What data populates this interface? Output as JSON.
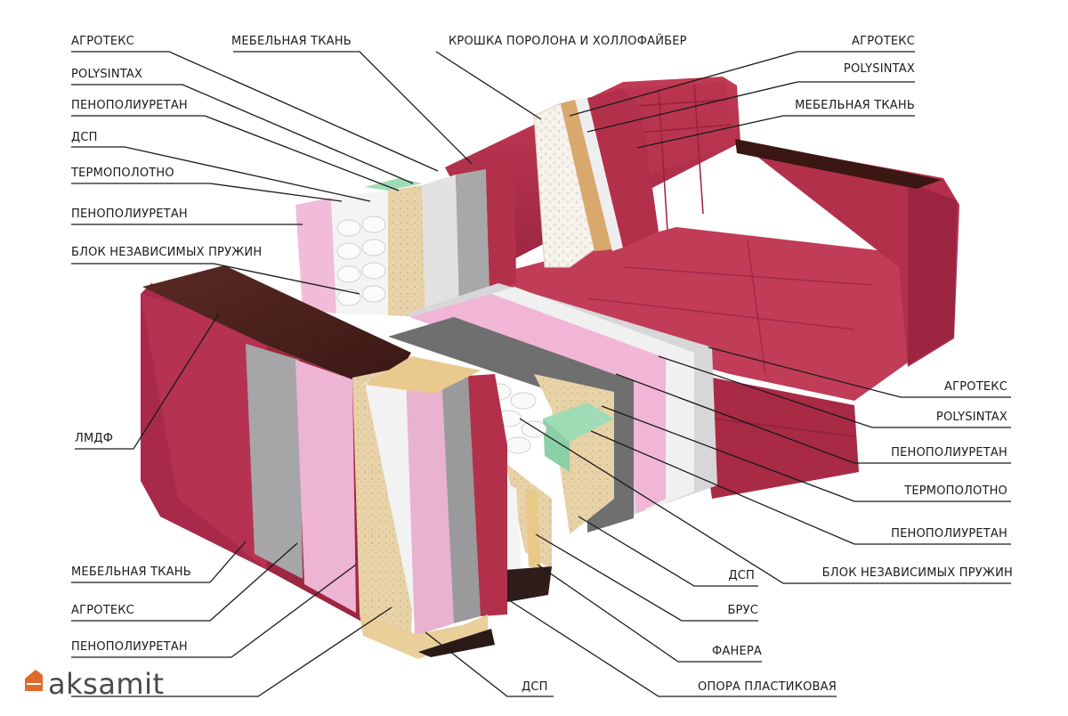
{
  "diagram": {
    "labels_left": [
      "АГРОТЕКС",
      "POLYSINTAX",
      "ПЕНОПОЛИУРЕТАН",
      "ДСП",
      "ТЕРМОПОЛОТНО",
      "ПЕНОПОЛИУРЕТАН",
      "БЛОК НЕЗАВИСИМЫХ ПРУЖИН",
      "ЛМДФ",
      "МЕБЕЛЬНАЯ ТКАНЬ",
      "АГРОТЕКС",
      "ПЕНОПОЛИУРЕТАН"
    ],
    "labels_top": [
      "МЕБЕЛЬНАЯ ТКАНЬ",
      "КРОШКА ПОРОЛОНА И ХОЛЛОФАЙБЕР"
    ],
    "labels_right": [
      "АГРОТЕКС",
      "POLYSINTAX",
      "МЕБЕЛЬНАЯ ТКАНЬ",
      "АГРОТЕКС",
      "POLYSINTAX",
      "ПЕНОПОЛИУРЕТАН",
      "ТЕРМОПОЛОТНО",
      "ПЕНОПОЛИУРЕТАН",
      "БЛОК НЕЗАВИСИМЫХ ПРУЖИН",
      "ДСП",
      "БРУС",
      "ФАНЕРА",
      "ОПОРА ПЛАСТИКОВАЯ",
      "ДСП"
    ]
  },
  "brand": {
    "name": "aksamit",
    "color": "#e06a2c"
  },
  "colors": {
    "fabric": "#b0314a",
    "fabric_dark": "#8e2239",
    "fabric_light": "#c44a62",
    "foam_pink": "#eeb8d4",
    "agrotex_grey": "#a9a9ab",
    "polysintax_light": "#e4e4e4",
    "chipboard": "#e6cfa3",
    "wood_dark": "#4a1f1c",
    "springs": "#f4f4f4",
    "green_foam": "#a8e0bd",
    "line": "#1a1a1a"
  }
}
